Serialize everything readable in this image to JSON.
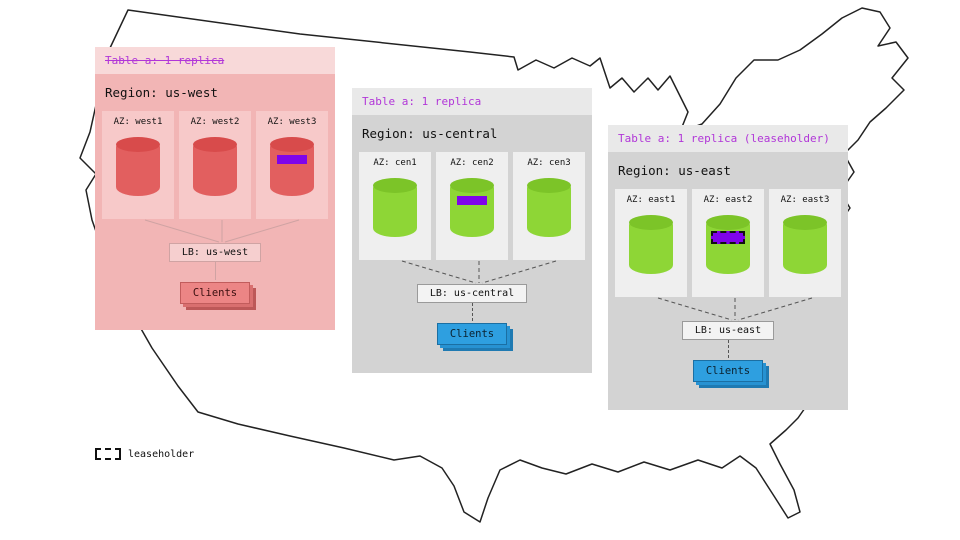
{
  "legend": {
    "label": "leaseholder",
    "swatch": "dashed-rectangle"
  },
  "colors": {
    "table_label_text": "#b136d8",
    "replica_band": "#7f04ea",
    "region_down_panel": "#f2b5b5",
    "region_down_header": "#f8d9d9",
    "region_up_panel": "#d3d3d3",
    "region_up_header": "#e9e9e9",
    "cylinder_down": "#e25f5f",
    "cylinder_up": "#8ed636",
    "clients_box_up": "#2e9fe0",
    "clients_box_down": "#ec8585"
  },
  "regions": [
    {
      "id": "us-west",
      "state": "down",
      "table_label": "Table a: 1 replica",
      "table_label_struck": true,
      "region_label": "Region: us-west",
      "azs": [
        {
          "label": "AZ: west1",
          "has_replica_band": false,
          "leaseholder": false
        },
        {
          "label": "AZ: west2",
          "has_replica_band": false,
          "leaseholder": false
        },
        {
          "label": "AZ: west3",
          "has_replica_band": true,
          "leaseholder": false
        }
      ],
      "lb_label": "LB: us-west",
      "clients_label": "Clients"
    },
    {
      "id": "us-central",
      "state": "up",
      "table_label": "Table a: 1 replica",
      "table_label_struck": false,
      "region_label": "Region: us-central",
      "azs": [
        {
          "label": "AZ: cen1",
          "has_replica_band": false,
          "leaseholder": false
        },
        {
          "label": "AZ: cen2",
          "has_replica_band": true,
          "leaseholder": false
        },
        {
          "label": "AZ: cen3",
          "has_replica_band": false,
          "leaseholder": false
        }
      ],
      "lb_label": "LB: us-central",
      "clients_label": "Clients"
    },
    {
      "id": "us-east",
      "state": "up",
      "table_label": "Table a: 1 replica (leaseholder)",
      "table_label_struck": false,
      "region_label": "Region: us-east",
      "azs": [
        {
          "label": "AZ: east1",
          "has_replica_band": false,
          "leaseholder": false
        },
        {
          "label": "AZ: east2",
          "has_replica_band": true,
          "leaseholder": true
        },
        {
          "label": "AZ: east3",
          "has_replica_band": false,
          "leaseholder": false
        }
      ],
      "lb_label": "LB: us-east",
      "clients_label": "Clients"
    }
  ]
}
